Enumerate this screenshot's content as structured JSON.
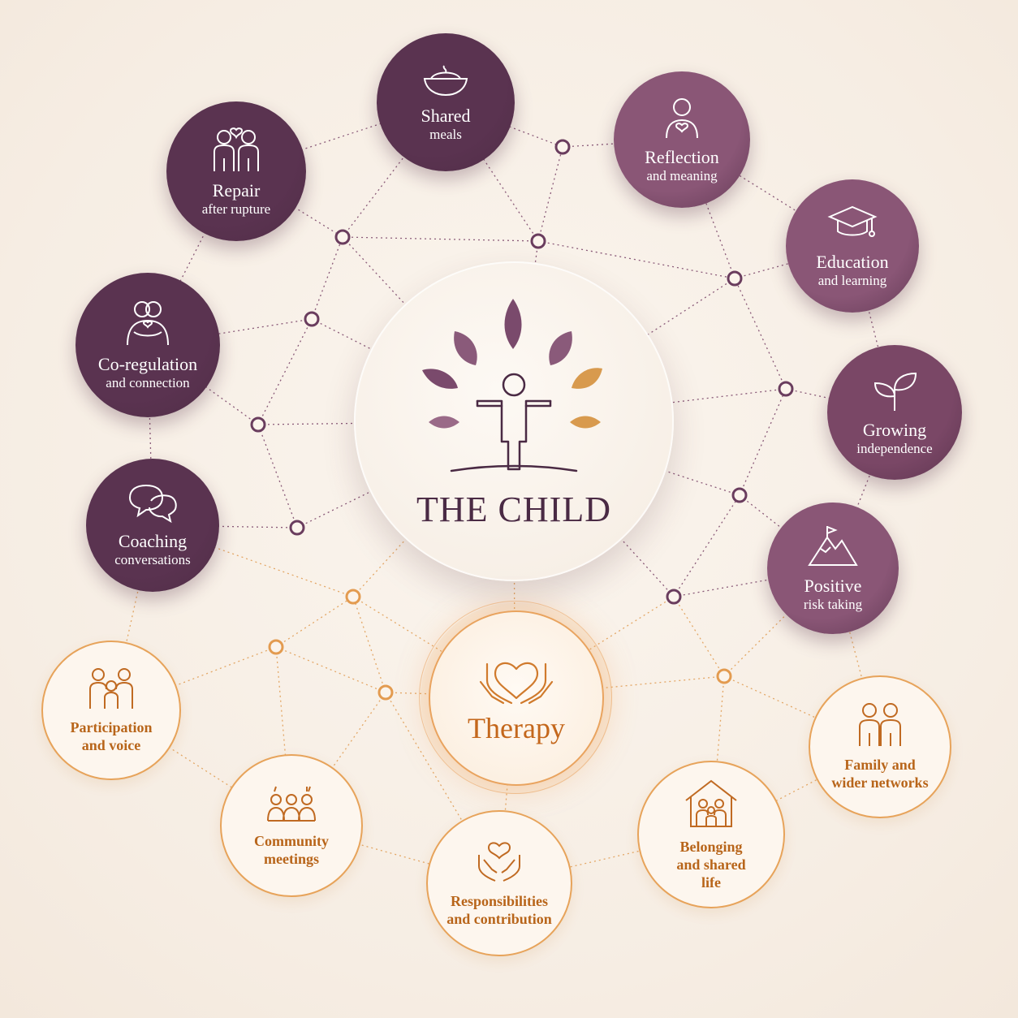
{
  "center": {
    "title": "THE CHILD"
  },
  "therapy": {
    "title": "Therapy"
  },
  "colors": {
    "plum_dark": "#5a3350",
    "plum_mid": "#734362",
    "plum_light": "#8a5676",
    "orange": "#e7a35a",
    "orange_text": "#b8651a",
    "background": "#f6ede3"
  },
  "nodes": [
    {
      "id": "shared-meals",
      "icon": "bowl-icon",
      "tone": "plum",
      "line1": "Shared",
      "line2": "meals"
    },
    {
      "id": "reflection",
      "icon": "person-heart-icon",
      "tone": "plum",
      "line1": "Reflection",
      "line2": "and meaning"
    },
    {
      "id": "education",
      "icon": "graduation-cap-icon",
      "tone": "plum",
      "line1": "Education",
      "line2": "and learning"
    },
    {
      "id": "growing",
      "icon": "sprout-icon",
      "tone": "plum",
      "line1": "Growing",
      "line2": "independence"
    },
    {
      "id": "positive-risk",
      "icon": "mountain-flag-icon",
      "tone": "plum",
      "line1": "Positive",
      "line2": "risk taking"
    },
    {
      "id": "repair",
      "icon": "two-people-heart-icon",
      "tone": "plum",
      "line1": "Repair",
      "line2": "after rupture"
    },
    {
      "id": "coregulation",
      "icon": "embrace-icon",
      "tone": "plum",
      "line1": "Co-regulation",
      "line2": "and connection"
    },
    {
      "id": "coaching",
      "icon": "speech-bubbles-icon",
      "tone": "plum",
      "line1": "Coaching",
      "line2": "conversations"
    },
    {
      "id": "participation",
      "icon": "family-group-icon",
      "tone": "orange",
      "line1": "Participation",
      "line2": "and voice"
    },
    {
      "id": "community",
      "icon": "group-meeting-icon",
      "tone": "orange",
      "line1": "Community",
      "line2": "meetings"
    },
    {
      "id": "responsibilities",
      "icon": "hands-heart-icon",
      "tone": "orange",
      "line1": "Responsibilities",
      "line2": "and contribution"
    },
    {
      "id": "belonging",
      "icon": "house-family-icon",
      "tone": "orange",
      "line1": "Belonging",
      "line2": "and shared",
      "line3": "life"
    },
    {
      "id": "family",
      "icon": "two-people-icon",
      "tone": "orange",
      "line1": "Family and",
      "line2": "wider networks"
    }
  ]
}
